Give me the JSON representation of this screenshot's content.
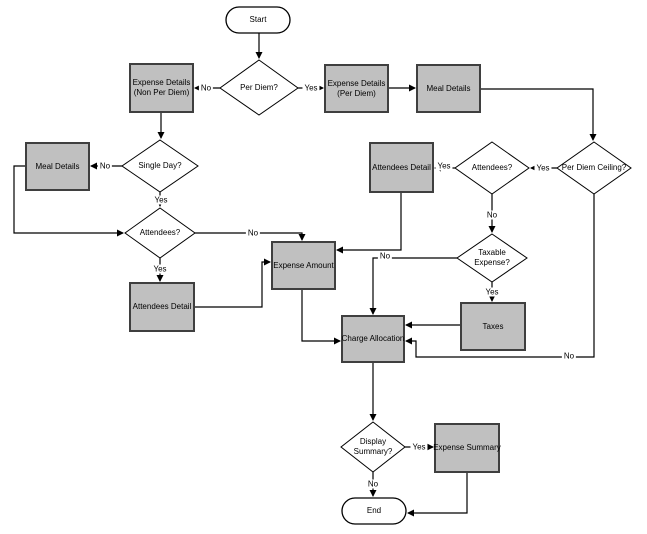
{
  "diagram": {
    "type": "flowchart",
    "background": "#ffffff",
    "colors": {
      "process_fill": "#c0c0c0",
      "process_border": "#3f3f3f",
      "decision_fill": "#ffffff",
      "decision_border": "#000000",
      "terminator_fill": "#ffffff",
      "connector": "#000000",
      "text": "#000000"
    },
    "nodes": {
      "start": {
        "type": "terminator",
        "label": "Start"
      },
      "per_diem": {
        "type": "decision",
        "label": "Per Diem?"
      },
      "expense_details_non": {
        "type": "process",
        "label": "Expense Details (Non Per Diem)"
      },
      "expense_details_per": {
        "type": "process",
        "label": "Expense Details (Per Diem)"
      },
      "meal_details_top": {
        "type": "process",
        "label": "Meal Details"
      },
      "single_day": {
        "type": "decision",
        "label": "Single Day?"
      },
      "meal_details_left": {
        "type": "process",
        "label": "Meal Details"
      },
      "attendees_left": {
        "type": "decision",
        "label": "Attendees?"
      },
      "attendees_detail_left": {
        "type": "process",
        "label": "Attendees Detail"
      },
      "expense_amount": {
        "type": "process",
        "label": "Expense Amount"
      },
      "attendees_detail_right": {
        "type": "process",
        "label": "Attendees Detail"
      },
      "attendees_right": {
        "type": "decision",
        "label": "Attendees?"
      },
      "per_diem_ceiling": {
        "type": "decision",
        "label": "Per Diem Ceiling?"
      },
      "taxable_expense": {
        "type": "decision",
        "label": "Taxable Expense?"
      },
      "taxes": {
        "type": "process",
        "label": "Taxes"
      },
      "charge_allocation": {
        "type": "process",
        "label": "Charge Allocation"
      },
      "display_summary": {
        "type": "decision",
        "label": "Display Summary?"
      },
      "expense_summary": {
        "type": "process",
        "label": "Expense Summary"
      },
      "end": {
        "type": "terminator",
        "label": "End"
      }
    },
    "edges": [
      {
        "from": "start",
        "to": "per_diem",
        "label": ""
      },
      {
        "from": "per_diem",
        "to": "expense_details_non",
        "label": "No"
      },
      {
        "from": "per_diem",
        "to": "expense_details_per",
        "label": "Yes"
      },
      {
        "from": "expense_details_per",
        "to": "meal_details_top",
        "label": ""
      },
      {
        "from": "meal_details_top",
        "to": "per_diem_ceiling",
        "label": ""
      },
      {
        "from": "expense_details_non",
        "to": "single_day",
        "label": ""
      },
      {
        "from": "single_day",
        "to": "meal_details_left",
        "label": "No"
      },
      {
        "from": "meal_details_left",
        "to": "attendees_left",
        "label": ""
      },
      {
        "from": "single_day",
        "to": "attendees_left",
        "label": "Yes"
      },
      {
        "from": "attendees_left",
        "to": "attendees_detail_left",
        "label": "Yes"
      },
      {
        "from": "attendees_left",
        "to": "expense_amount",
        "label": "No"
      },
      {
        "from": "attendees_detail_left",
        "to": "expense_amount",
        "label": ""
      },
      {
        "from": "attendees_detail_right",
        "to": "expense_amount",
        "label": ""
      },
      {
        "from": "attendees_right",
        "to": "attendees_detail_right",
        "label": "Yes"
      },
      {
        "from": "per_diem_ceiling",
        "to": "attendees_right",
        "label": "Yes"
      },
      {
        "from": "attendees_right",
        "to": "taxable_expense",
        "label": "No"
      },
      {
        "from": "taxable_expense",
        "to": "taxes",
        "label": "Yes"
      },
      {
        "from": "taxable_expense",
        "to": "charge_allocation",
        "label": "No"
      },
      {
        "from": "taxes",
        "to": "charge_allocation",
        "label": ""
      },
      {
        "from": "expense_amount",
        "to": "charge_allocation",
        "label": ""
      },
      {
        "from": "per_diem_ceiling",
        "to": "charge_allocation",
        "label": "No"
      },
      {
        "from": "charge_allocation",
        "to": "display_summary",
        "label": ""
      },
      {
        "from": "display_summary",
        "to": "expense_summary",
        "label": "Yes"
      },
      {
        "from": "display_summary",
        "to": "end",
        "label": "No"
      },
      {
        "from": "expense_summary",
        "to": "end",
        "label": ""
      }
    ]
  }
}
